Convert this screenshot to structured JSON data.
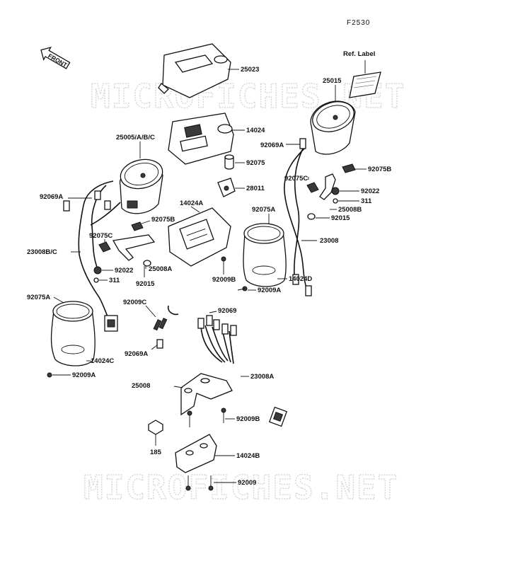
{
  "figure_code": "F2530",
  "front_label": "FRONT",
  "ref_label": "Ref. Label",
  "watermark": "MICROFICHES.NET",
  "part_labels": {
    "p25023": "25023",
    "p25015": "25015",
    "p25005": "25005/A/B/C",
    "p14024": "14024",
    "p92069A_r": "92069A",
    "p92075B_r": "92075B",
    "p92075_top": "92075",
    "p28011": "28011",
    "p14024A": "14024A",
    "p92075C_r": "92075C",
    "p92022_r": "92022",
    "p311_r": "311",
    "p25008B": "25008B",
    "p92015_r": "92015",
    "p92069A_l": "92069A",
    "p92075B_l": "92075B",
    "p92075A_r": "92075A",
    "p23008": "23008",
    "p92075C_l": "92075C",
    "p23008BC": "23008B/C",
    "p92022_l": "92022",
    "p25008A": "25008A",
    "p311_l": "311",
    "p92015_l": "92015",
    "p92009B_c": "92009B",
    "p14024D": "14024D",
    "p92009A_r": "92009A",
    "p92075A_l": "92075A",
    "p92009C": "92009C",
    "p92069": "92069",
    "p92069A_c": "92069A",
    "p14024C": "14024C",
    "p23008A": "23008A",
    "p92009A_l": "92009A",
    "p25008": "25008",
    "p92009B_b": "92009B",
    "p185": "185",
    "p14024B": "14024B",
    "p92009": "92009"
  }
}
